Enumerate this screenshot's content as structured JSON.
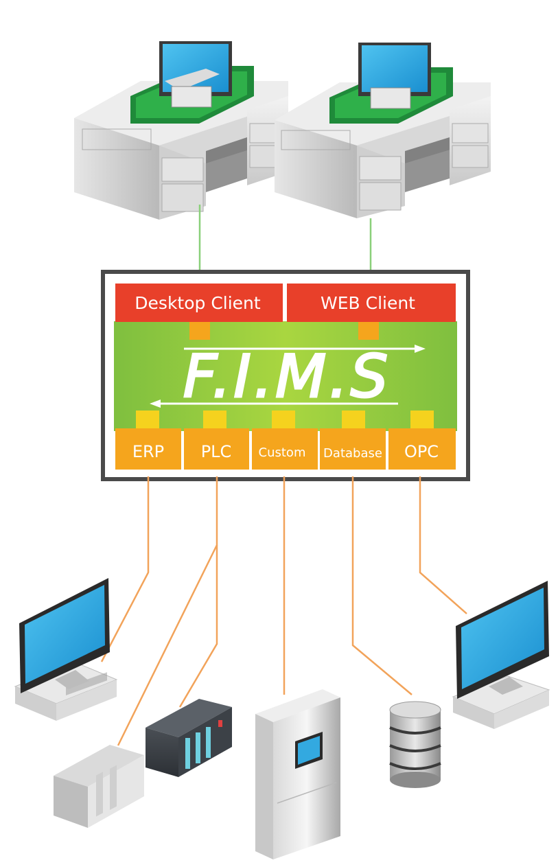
{
  "fims": {
    "title": "F.I.M.S",
    "clients": [
      {
        "label": "Desktop Client"
      },
      {
        "label": "WEB Client"
      }
    ],
    "connectors": [
      {
        "label": "ERP"
      },
      {
        "label": "PLC"
      },
      {
        "label": "Custom"
      },
      {
        "label": "Database"
      },
      {
        "label": "OPC"
      }
    ]
  },
  "colors": {
    "client_bar": "#e8402a",
    "core_green": "#8cc63f",
    "connector": "#f5a51d",
    "line_green": "#8ad07a",
    "line_orange": "#f2a35a",
    "frame": "#4a4a4a"
  },
  "icons": {
    "top_left": "desk-workstation-icon",
    "top_right": "desk-workstation-icon",
    "erp_device": "desktop-computer-icon",
    "plc_devices": "plc-rack-icon",
    "custom_device": "server-tower-icon",
    "database_device": "database-cylinder-icon",
    "opc_device": "desktop-computer-icon"
  }
}
